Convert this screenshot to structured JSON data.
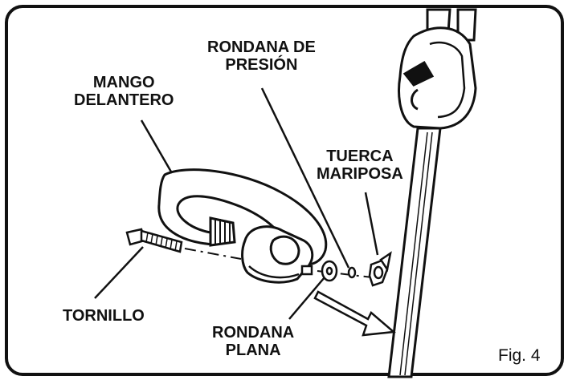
{
  "figure": {
    "caption": "Fig. 4",
    "labels": {
      "mango_line1": "MANGO",
      "mango_line2": "DELANTERO",
      "rondana_presion_line1": "RONDANA DE",
      "rondana_presion_line2": "PRESIÓN",
      "tuerca_line1": "TUERCA",
      "tuerca_line2": "MARIPOSA",
      "tornillo": "TORNILLO",
      "rondana_plana_line1": "RONDANA",
      "rondana_plana_line2": "PLANA"
    }
  }
}
